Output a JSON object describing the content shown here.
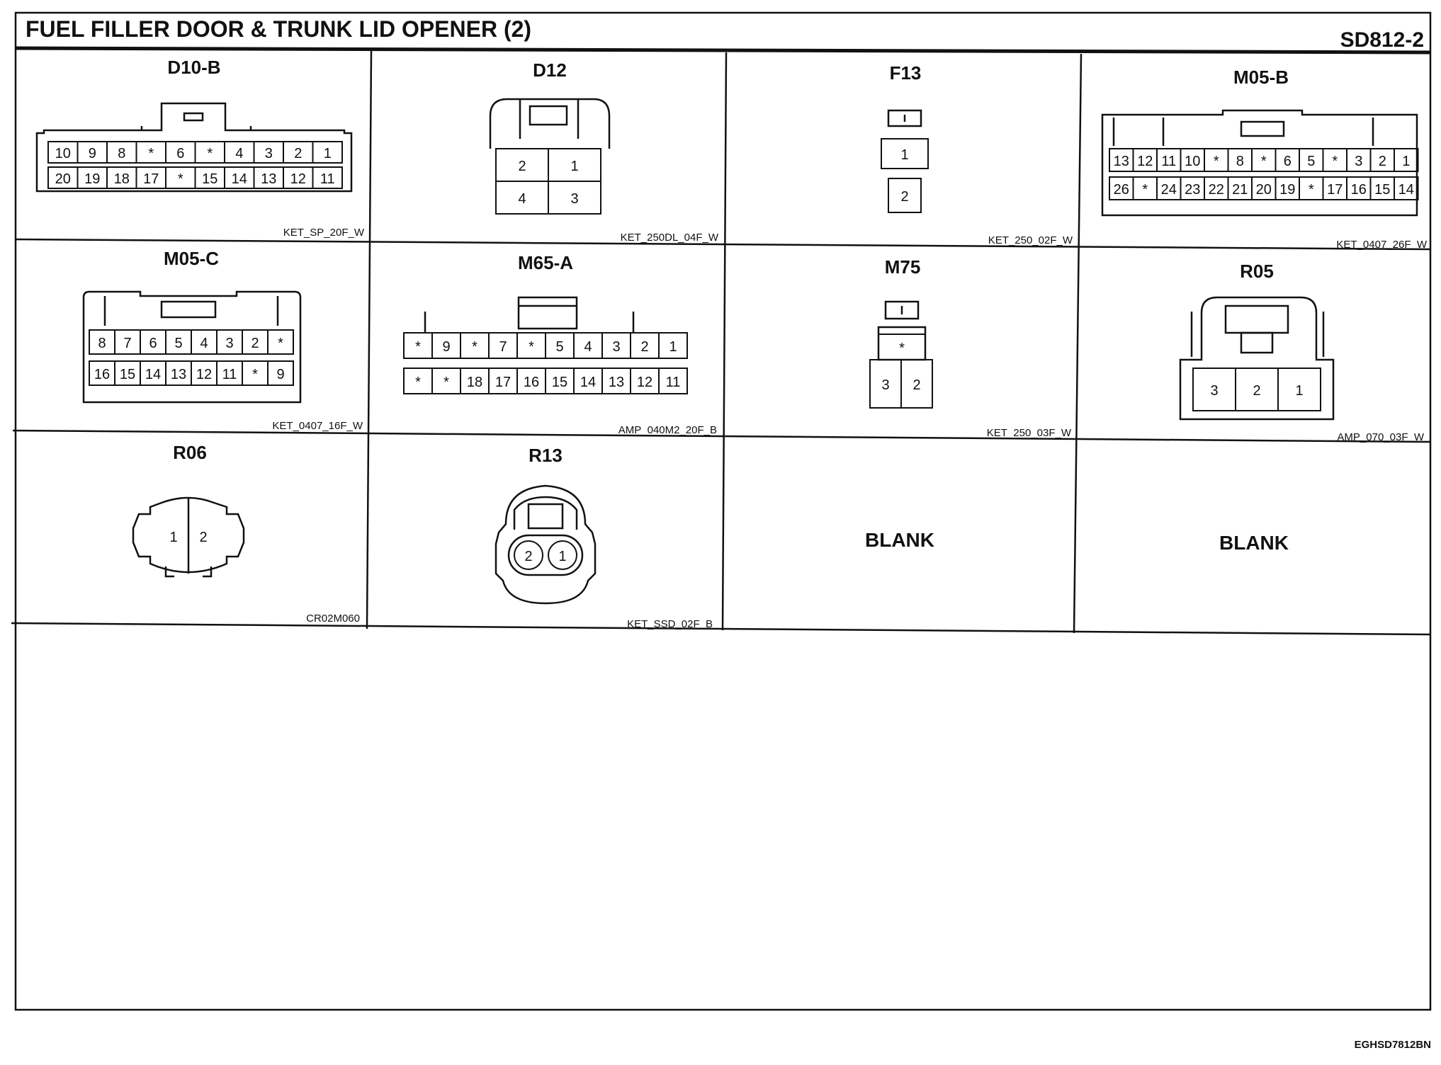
{
  "header": {
    "title": "FUEL FILLER DOOR & TRUNK LID OPENER (2)",
    "code": "SD812-2"
  },
  "footer": {
    "document_code": "EGHSD7812BN"
  },
  "connectors": [
    {
      "name": "D10-B",
      "part": "KET_SP_20F_W",
      "rows": [
        [
          "10",
          "9",
          "8",
          "*",
          "6",
          "*",
          "4",
          "3",
          "2",
          "1"
        ],
        [
          "20",
          "19",
          "18",
          "17",
          "*",
          "15",
          "14",
          "13",
          "12",
          "11"
        ]
      ]
    },
    {
      "name": "D12",
      "part": "KET_250DL_04F_W",
      "rows": [
        [
          "2",
          "1"
        ],
        [
          "4",
          "3"
        ]
      ]
    },
    {
      "name": "F13",
      "part": "KET_250_02F_W",
      "rows": [
        [
          "1"
        ],
        [
          "2"
        ]
      ]
    },
    {
      "name": "M05-B",
      "part": "KET_0407_26F_W",
      "rows": [
        [
          "13",
          "12",
          "11",
          "10",
          "*",
          "8",
          "*",
          "6",
          "5",
          "*",
          "3",
          "2",
          "1"
        ],
        [
          "26",
          "*",
          "24",
          "23",
          "22",
          "21",
          "20",
          "19",
          "*",
          "17",
          "16",
          "15",
          "14"
        ]
      ]
    },
    {
      "name": "M05-C",
      "part": "KET_0407_16F_W",
      "rows": [
        [
          "8",
          "7",
          "6",
          "5",
          "4",
          "3",
          "2",
          "*"
        ],
        [
          "16",
          "15",
          "14",
          "13",
          "12",
          "11",
          "*",
          "9"
        ]
      ]
    },
    {
      "name": "M65-A",
      "part": "AMP_040M2_20F_B",
      "rows": [
        [
          "*",
          "9",
          "*",
          "7",
          "*",
          "5",
          "4",
          "3",
          "2",
          "1"
        ],
        [
          "*",
          "*",
          "18",
          "17",
          "16",
          "15",
          "14",
          "13",
          "12",
          "11"
        ]
      ]
    },
    {
      "name": "M75",
      "part": "KET_250_03F_W",
      "rows": [
        [
          "*"
        ],
        [
          "3",
          "2"
        ]
      ]
    },
    {
      "name": "R05",
      "part": "AMP_070_03F_W",
      "rows": [
        [
          "3",
          "2",
          "1"
        ]
      ]
    },
    {
      "name": "R06",
      "part": "CR02M060",
      "rows": [
        [
          "1",
          "2"
        ]
      ]
    },
    {
      "name": "R13",
      "part": "KET_SSD_02F_B",
      "rows": [
        [
          "2",
          "1"
        ]
      ]
    },
    {
      "name": "BLANK",
      "part": "",
      "rows": []
    },
    {
      "name": "BLANK",
      "part": "",
      "rows": []
    }
  ]
}
